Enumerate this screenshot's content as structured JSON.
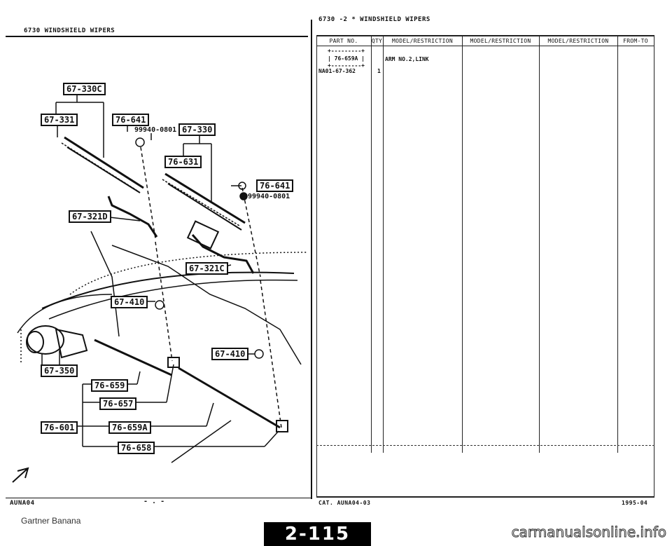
{
  "left_page": {
    "header": "6730   WINDSHIELD WIPERS",
    "footer_code": "AUNA04",
    "labels": {
      "l67330C": "67-330C",
      "l67331": "67-331",
      "l76641a": "76-641",
      "bolt_a": "99940-0801",
      "l67330": "67-330",
      "l76631": "76-631",
      "l76641b": "76-641",
      "bolt_b": "99940-0801",
      "l67321D": "67-321D",
      "l67321C": "67-321C",
      "l67410a": "67-410",
      "l67410b": "67-410",
      "l67350": "67-350",
      "l76659": "76-659",
      "l76657": "76-657",
      "l76601": "76-601",
      "l76659A": "76-659A",
      "l76658": "76-658"
    }
  },
  "right_page": {
    "header": "6730  -2 *  WINDSHIELD WIPERS",
    "columns": [
      "PART NO.",
      "QTY",
      "MODEL/RESTRICTION",
      "MODEL/RESTRICTION",
      "MODEL/RESTRICTION",
      "FROM-TO"
    ],
    "entry": {
      "box_top": "+---------+",
      "box_ref": "| 76-659A |",
      "box_bottom": "+---------+",
      "description": "ARM NO.2,LINK",
      "part_no": "NA01-67-362",
      "qty": "1"
    },
    "footer_left": "CAT. AUNA04-03",
    "footer_right": "1995-04"
  },
  "credit": "Gartner Banana",
  "page_number": "2-115",
  "watermark": "carmanualsonline.info"
}
